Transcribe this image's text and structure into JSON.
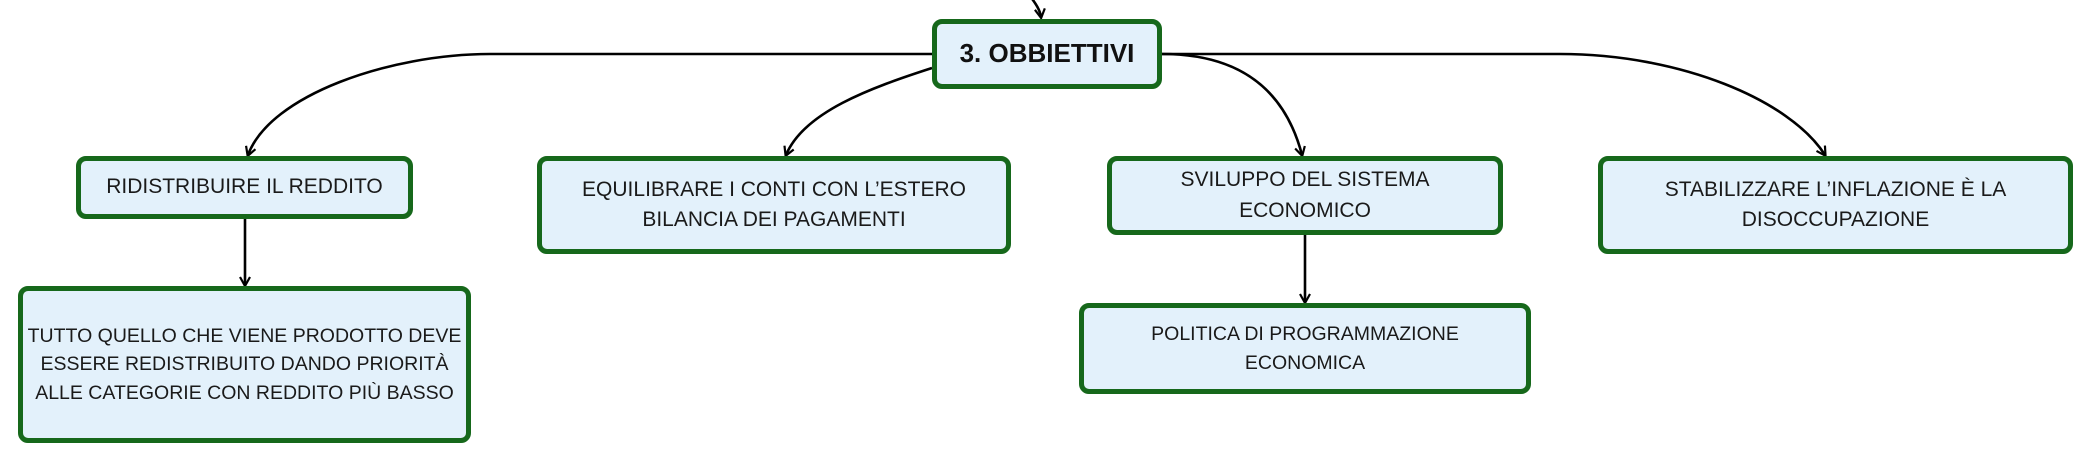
{
  "colors": {
    "node_fill": "#e3f1fb",
    "node_border": "#16681b",
    "connector": "#000000"
  },
  "nodes": {
    "root": {
      "label": "3. OBBIETTIVI"
    },
    "redistribuire": {
      "label": "RIDISTRIBUIRE IL REDDITO"
    },
    "redistribuire_detail": {
      "label": "TUTTO QUELLO CHE VIENE PRODOTTO DEVE ESSERE REDISTRIBUITO DANDO PRIORITÀ ALLE CATEGORIE CON REDDITO PIÙ BASSO"
    },
    "equilibrare": {
      "label": "EQUILIBRARE I CONTI CON L’ESTERO BILANCIA DEI PAGAMENTI"
    },
    "sviluppo": {
      "label": "SVILUPPO DEL SISTEMA ECONOMICO"
    },
    "sviluppo_detail": {
      "label": "POLITICA DI PROGRAMMAZIONE ECONOMICA"
    },
    "stabilizzare": {
      "label": "STABILIZZARE L’INFLAZIONE È LA DISOCCUPAZIONE"
    }
  }
}
